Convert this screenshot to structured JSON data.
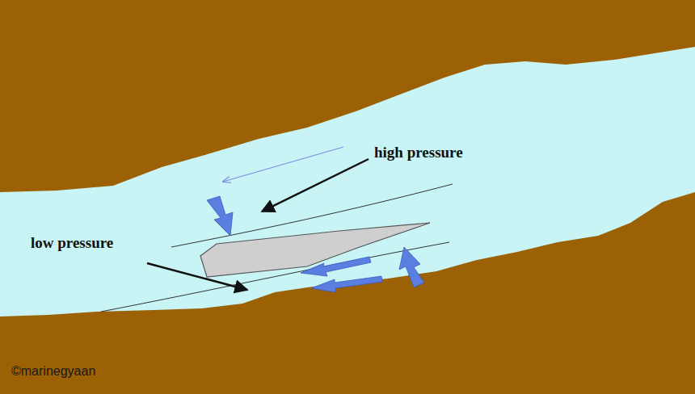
{
  "diagram": {
    "labels": [
      "high pressure",
      "low pressure",
      "©marinegyaan"
    ]
  }
}
